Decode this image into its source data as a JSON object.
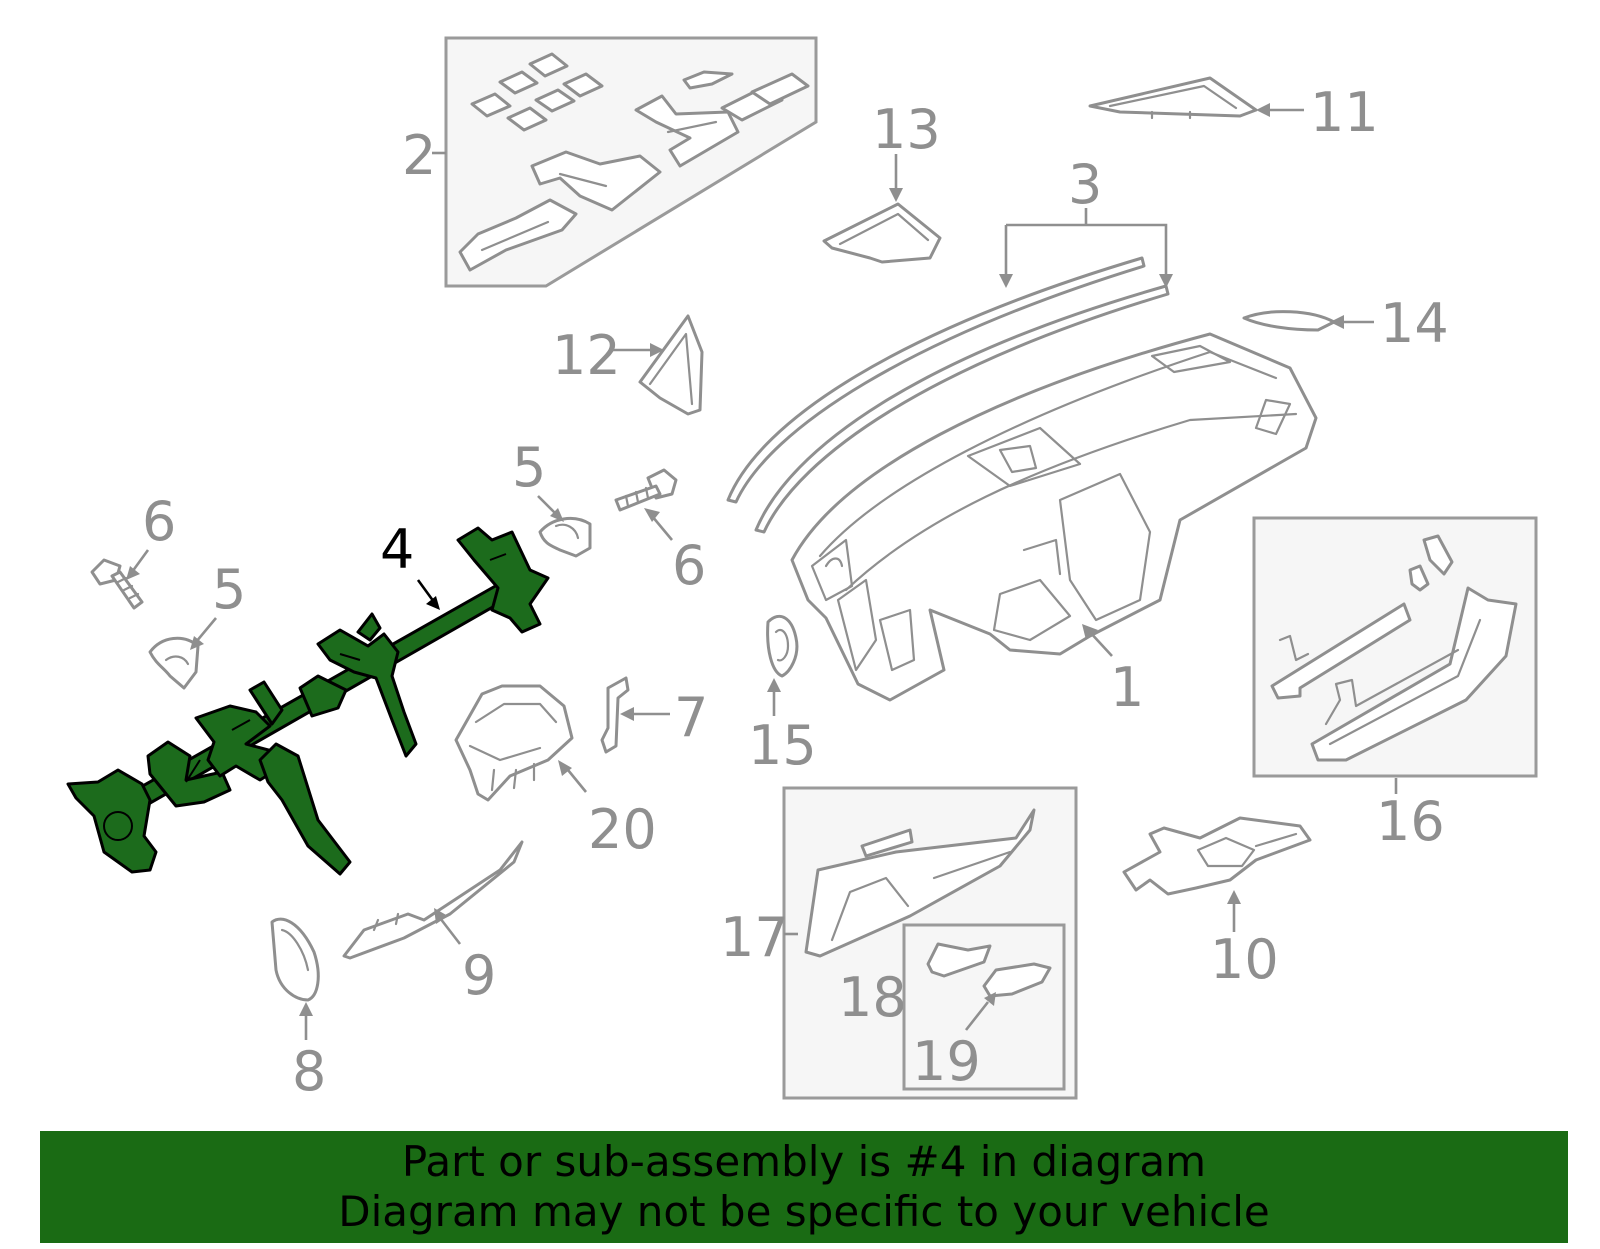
{
  "colors": {
    "highlight_part": "#1c6b1c",
    "banner_background": "#1a6b14",
    "line_art": "#8f8f8f",
    "highlight_label": "#000000"
  },
  "diagram": {
    "highlighted_part": "4",
    "callouts": {
      "c1": "1",
      "c2": "2",
      "c3": "3",
      "c4": "4",
      "c5a": "5",
      "c5b": "5",
      "c6a": "6",
      "c6b": "6",
      "c7": "7",
      "c8": "8",
      "c9": "9",
      "c10": "10",
      "c11": "11",
      "c12": "12",
      "c13": "13",
      "c14": "14",
      "c15": "15",
      "c16": "16",
      "c17": "17",
      "c18": "18",
      "c19": "19",
      "c20": "20"
    }
  },
  "banner": {
    "line1": "Part or sub-assembly is #4 in diagram",
    "line2": "Diagram may not be specific to your vehicle"
  }
}
